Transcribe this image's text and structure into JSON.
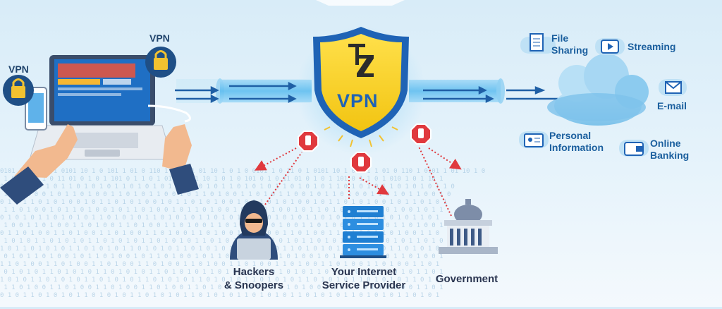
{
  "lock_labels": {
    "left": "VPN",
    "right": "VPN"
  },
  "shield": {
    "text": "VPN",
    "logo": "TZ"
  },
  "services": [
    {
      "id": "file-sharing",
      "lines": [
        "File",
        "Sharing"
      ],
      "icon": "file-icon"
    },
    {
      "id": "streaming",
      "lines": [
        "Streaming"
      ],
      "icon": "play-icon"
    },
    {
      "id": "email",
      "lines": [
        "E-mail"
      ],
      "icon": "envelope-icon"
    },
    {
      "id": "personal-information",
      "lines": [
        "Personal",
        "Information"
      ],
      "icon": "id-card-icon"
    },
    {
      "id": "online-banking",
      "lines": [
        "Online",
        "Banking"
      ],
      "icon": "wallet-icon"
    }
  ],
  "threats": [
    {
      "id": "hackers",
      "lines": [
        "Hackers",
        "& Snoopers"
      ],
      "icon": "hooded-hacker-icon"
    },
    {
      "id": "isp",
      "lines": [
        "Your Internet",
        "Service Provider"
      ],
      "icon": "server-rack-icon"
    },
    {
      "id": "government",
      "lines": [
        "Government"
      ],
      "icon": "capitol-building-icon"
    }
  ],
  "colors": {
    "shield_yellow": "#f7d21e",
    "shield_border": "#1f63b5",
    "tunnel": "#4fb6ec",
    "stop_red": "#e0393e",
    "lock_gold": "#f2c230",
    "label_blue": "#1b5f9e"
  }
}
